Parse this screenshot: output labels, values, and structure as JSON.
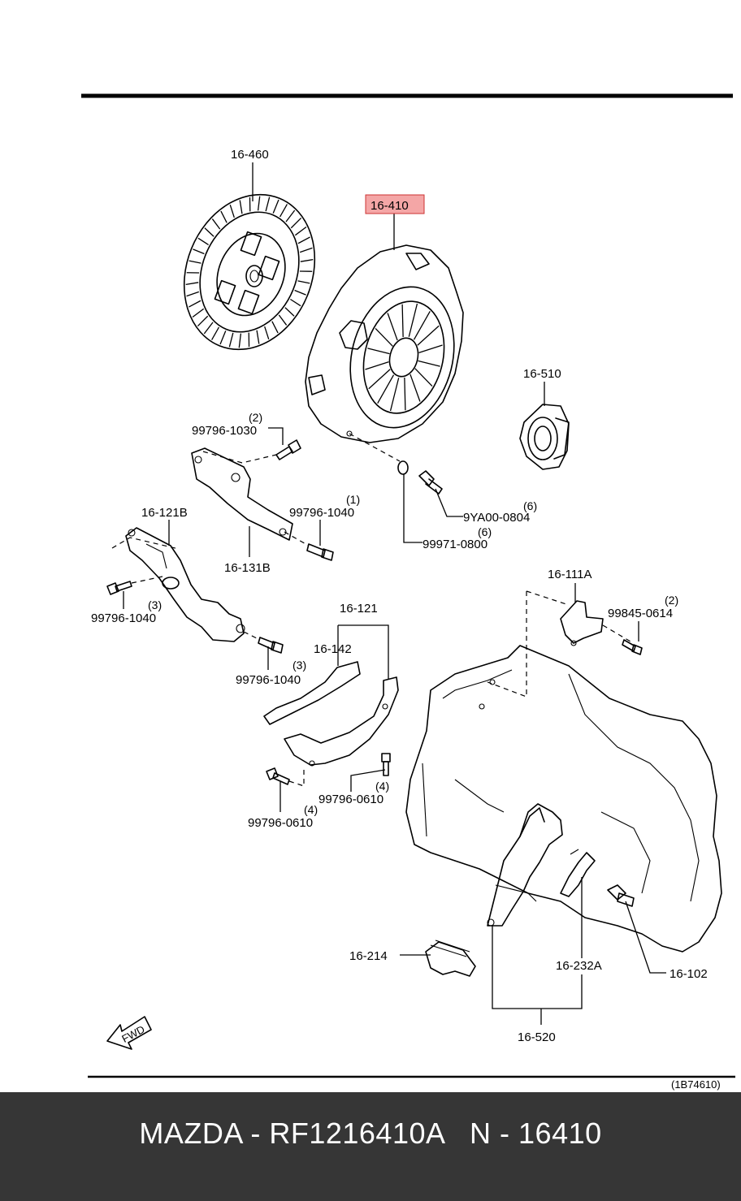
{
  "parts": {
    "p16460": "16-460",
    "p16410": "16-410",
    "p16510": "16-510",
    "p16121B": "16-121B",
    "p16131B": "16-131B",
    "p16121": "16-121",
    "p16142": "16-142",
    "p16111A": "16-111A",
    "p16214": "16-214",
    "p16232A": "16-232A",
    "p16102": "16-102",
    "p16520": "16-520",
    "b99796_1030": "99796-1030",
    "b99796_1040_a": "99796-1040",
    "b99796_1040_b": "99796-1040",
    "b99796_1040_c": "99796-1040",
    "b9YA00_0804": "9YA00-0804",
    "b99971_0800": "99971-0800",
    "b99845_0614": "99845-0614",
    "b99796_0610_a": "99796-0610",
    "b99796_0610_b": "99796-0610"
  },
  "qty": {
    "q1030": "(2)",
    "q1040_a": "(1)",
    "q1040_b": "(3)",
    "q1040_c": "(3)",
    "q0804": "(6)",
    "q0800": "(6)",
    "q0614": "(2)",
    "q0610_a": "(4)",
    "q0610_b": "(4)"
  },
  "highlight_color": "#f4a6a6",
  "fwd_label": "FWD",
  "figure_ref": "(1B74610)",
  "footer": {
    "brand": "MAZDA",
    "part_number": "RF1216410A",
    "ref": "N - 16410"
  }
}
